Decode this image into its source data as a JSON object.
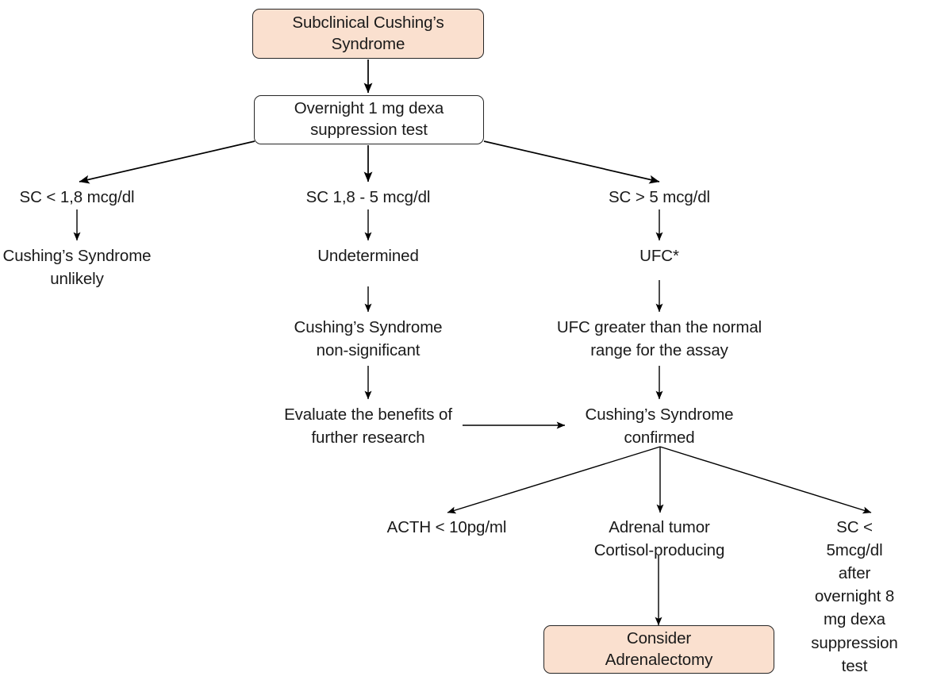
{
  "diagram": {
    "title": "Subclinical Cushing's Syndrome diagnostic algorithm",
    "colors": {
      "node_fill": "#FAE0CF",
      "node_border": "#262626",
      "edge": "#000000",
      "text": "#1A1A1A",
      "background": "#FFFFFF"
    },
    "nodes": {
      "start": "Subclinical Cushing’s\nSyndrome",
      "test": "Overnight 1 mg dexa\nsuppression test",
      "branch_low": "SC < 1,8 mcg/dl",
      "branch_mid": "SC 1,8 - 5 mcg/dl",
      "branch_high": "SC > 5 mcg/dl",
      "result_low": "Cushing’s Syndrome\nunlikely",
      "result_mid": "Undetermined",
      "result_high": "UFC*",
      "mid_nonsignificant": "Cushing’s Syndrome\nnon-significant",
      "high_ufc_elevated": "UFC greater than the normal\nrange for the assay",
      "mid_evaluate": "Evaluate the benefits of\nfurther research",
      "confirmed": "Cushing’s Syndrome\nconfirmed",
      "acth": "ACTH < 10pg/ml",
      "adrenal_tumor": "Adrenal tumor\nCortisol-producing",
      "dexa8": "SC < 5mcg/dl after\novernight 8 mg dexa\nsuppression test",
      "end": "Consider\nAdrenalectomy"
    },
    "edges": [
      {
        "from": "start",
        "to": "test",
        "kind": "vertical-arrow"
      },
      {
        "from": "test",
        "to": "branch_low",
        "kind": "diagonal-arrow-left"
      },
      {
        "from": "test",
        "to": "branch_mid",
        "kind": "vertical-arrow"
      },
      {
        "from": "test",
        "to": "branch_high",
        "kind": "diagonal-arrow-right"
      },
      {
        "from": "branch_low",
        "to": "result_low",
        "kind": "vertical-arrow"
      },
      {
        "from": "branch_mid",
        "to": "result_mid",
        "kind": "vertical-arrow"
      },
      {
        "from": "branch_high",
        "to": "result_high",
        "kind": "vertical-arrow"
      },
      {
        "from": "result_mid",
        "to": "mid_nonsignificant",
        "kind": "vertical-arrow"
      },
      {
        "from": "result_high",
        "to": "high_ufc_elevated",
        "kind": "vertical-arrow"
      },
      {
        "from": "mid_nonsignificant",
        "to": "mid_evaluate",
        "kind": "vertical-arrow"
      },
      {
        "from": "high_ufc_elevated",
        "to": "confirmed",
        "kind": "vertical-arrow"
      },
      {
        "from": "mid_evaluate",
        "to": "confirmed",
        "kind": "horizontal-arrow"
      },
      {
        "from": "confirmed",
        "to": "acth",
        "kind": "diagonal-arrow-left"
      },
      {
        "from": "confirmed",
        "to": "adrenal_tumor",
        "kind": "vertical-arrow"
      },
      {
        "from": "confirmed",
        "to": "dexa8",
        "kind": "diagonal-arrow-right"
      },
      {
        "from": "adrenal_tumor",
        "to": "end",
        "kind": "vertical-arrow"
      }
    ]
  }
}
